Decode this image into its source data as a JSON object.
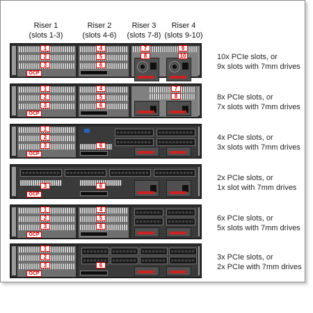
{
  "header": {
    "risers": [
      {
        "name": "Riser 1",
        "slots": "(slots 1-3)"
      },
      {
        "name": "Riser 2",
        "slots": "(slots 4-6)"
      },
      {
        "name": "Riser 3",
        "slots": "(slots 7-8)"
      },
      {
        "name": "Riser 4",
        "slots": "(slots 9-10)"
      }
    ]
  },
  "ocp_label": "OCP",
  "configs": [
    {
      "line1": "10x PCIe slots, or",
      "line2": "9x slots with 7mm drives",
      "slots": [
        "1",
        "2",
        "3",
        "4",
        "5",
        "6",
        "7",
        "8",
        "9",
        "10"
      ]
    },
    {
      "line1": "8x PCIe slots, or",
      "line2": "7x slots with 7mm drives",
      "slots": [
        "1",
        "2",
        "3",
        "4",
        "5",
        "6",
        "7",
        "8"
      ]
    },
    {
      "line1": "4x PCIe slots, or",
      "line2": "3x slots with 7mm drives",
      "slots": [
        "1",
        "2",
        "3",
        "6"
      ]
    },
    {
      "line1": "2x PCIe slots, or",
      "line2": "1x slot with 7mm drives",
      "slots": [
        "3",
        "6"
      ]
    },
    {
      "line1": "6x PCIe slots, or",
      "line2": "5x slots with 7mm drives",
      "slots": [
        "1",
        "2",
        "3",
        "4",
        "5",
        "6"
      ]
    },
    {
      "line1": "3x PCIe slots, or",
      "line2": "2x PCIe with 7mm drives",
      "slots": [
        "1",
        "2",
        "3",
        "6"
      ]
    }
  ]
}
